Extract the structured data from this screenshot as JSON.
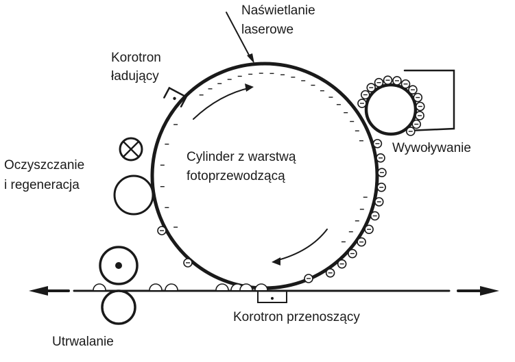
{
  "labels": {
    "laser": [
      "Naświetlanie",
      "laserowe"
    ],
    "charging": [
      "Korotron",
      "ładujący"
    ],
    "developing": "Wywoływanie",
    "cleaning": [
      "Oczyszczanie",
      "i regeneracja"
    ],
    "cylinder": [
      "Cylinder z warstwą",
      "fotoprzewodzącą"
    ],
    "transfer": "Korotron przenoszący",
    "fusing": "Utrwalanie"
  },
  "colors": {
    "ink": "#1a1a1a",
    "background": "#ffffff"
  },
  "symbols": {
    "toner_charge": "−",
    "surface_charge": "−"
  }
}
